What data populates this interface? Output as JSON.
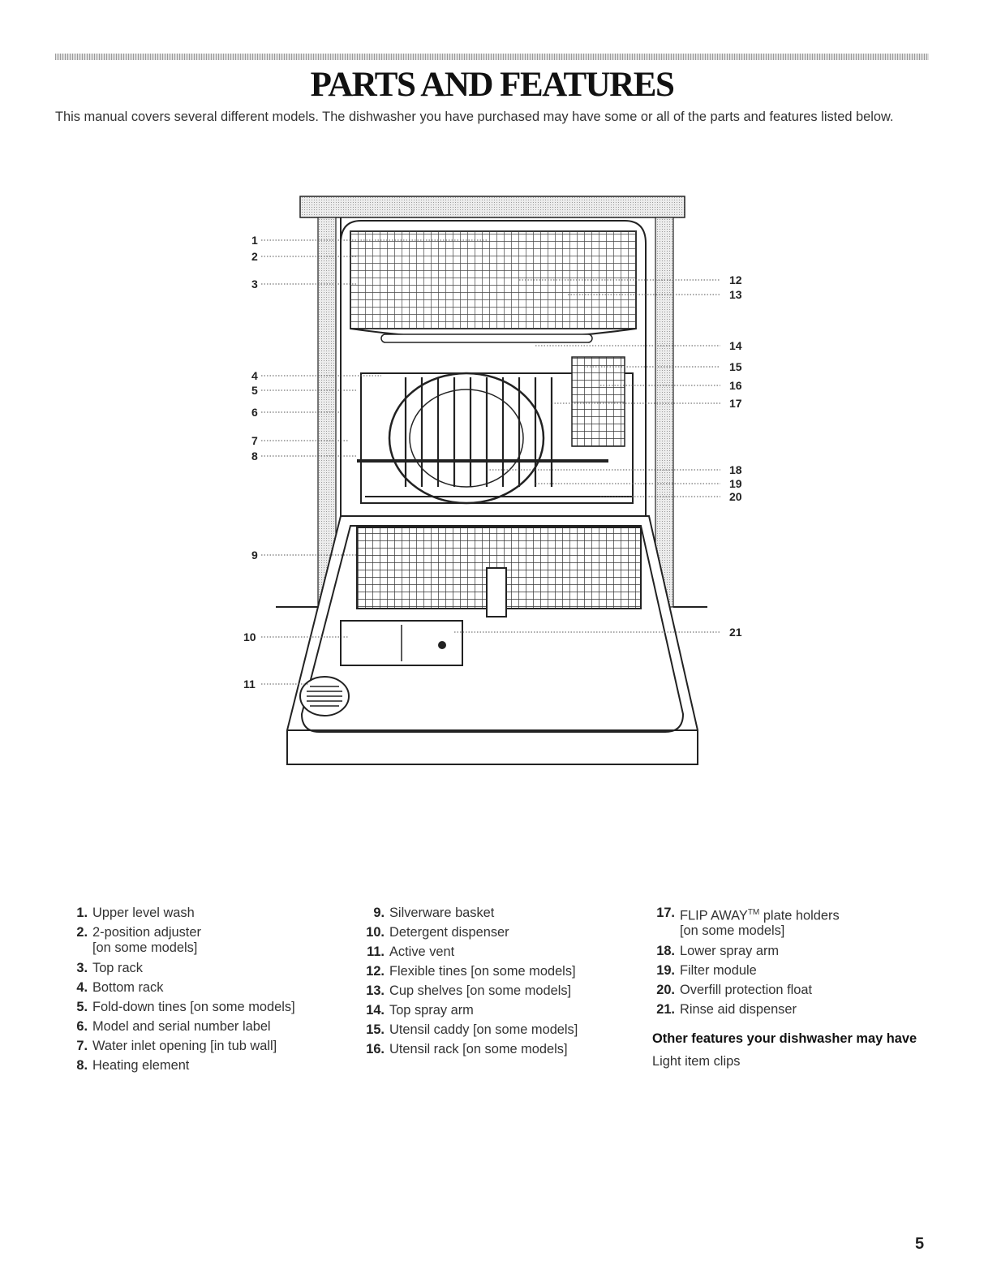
{
  "page": {
    "title": "PARTS AND FEATURES",
    "intro": "This manual covers several different models. The dishwasher you have purchased may have some or all of the parts and features listed below.",
    "page_number": "5"
  },
  "callouts_left": [
    "1",
    "2",
    "3",
    "4",
    "5",
    "6",
    "7",
    "8",
    "9",
    "10",
    "11"
  ],
  "callouts_right": [
    "12",
    "13",
    "14",
    "15",
    "16",
    "17",
    "18",
    "19",
    "20",
    "21"
  ],
  "parts_col1": [
    {
      "num": "1.",
      "label": "Upper level wash",
      "sub": ""
    },
    {
      "num": "2.",
      "label": "2-position adjuster",
      "sub": "[on some models]"
    },
    {
      "num": "3.",
      "label": "Top rack",
      "sub": ""
    },
    {
      "num": "4.",
      "label": "Bottom rack",
      "sub": ""
    },
    {
      "num": "5.",
      "label": "Fold-down tines [on some models]",
      "sub": ""
    },
    {
      "num": "6.",
      "label": "Model and serial number label",
      "sub": ""
    },
    {
      "num": "7.",
      "label": "Water inlet opening [in tub wall]",
      "sub": ""
    },
    {
      "num": "8.",
      "label": "Heating element",
      "sub": ""
    }
  ],
  "parts_col2": [
    {
      "num": "9.",
      "label": "Silverware basket",
      "sub": ""
    },
    {
      "num": "10.",
      "label": "Detergent dispenser",
      "sub": ""
    },
    {
      "num": "11.",
      "label": "Active vent",
      "sub": ""
    },
    {
      "num": "12.",
      "label": "Flexible tines [on some models]",
      "sub": ""
    },
    {
      "num": "13.",
      "label": "Cup shelves [on some models]",
      "sub": ""
    },
    {
      "num": "14.",
      "label": "Top spray arm",
      "sub": ""
    },
    {
      "num": "15.",
      "label": "Utensil caddy [on some models]",
      "sub": ""
    },
    {
      "num": "16.",
      "label": "Utensil rack [on some models]",
      "sub": ""
    }
  ],
  "parts_col3": [
    {
      "num": "17.",
      "label": "FLIP AWAY",
      "tm": "TM",
      "label_after": " plate holders",
      "sub": "[on some models]"
    },
    {
      "num": "18.",
      "label": "Lower spray arm",
      "sub": ""
    },
    {
      "num": "19.",
      "label": "Filter module",
      "sub": ""
    },
    {
      "num": "20.",
      "label": "Overfill protection float",
      "sub": ""
    },
    {
      "num": "21.",
      "label": "Rinse aid dispenser",
      "sub": ""
    }
  ],
  "other_features": {
    "heading": "Other features your dishwasher may have",
    "items": [
      "Light item clips"
    ]
  }
}
